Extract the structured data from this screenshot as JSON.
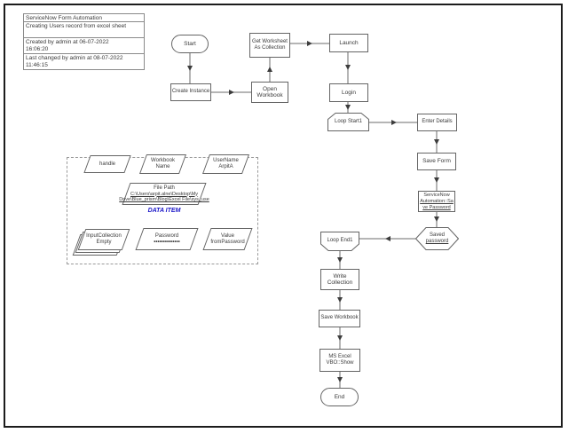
{
  "info_box": {
    "title": "ServiceNow Form Automation",
    "description": "Creating Users record from excel sheet",
    "created": "Created by admin at 06-07-2022\n16:06:20",
    "last_changed": "Last changed by admin at 08-07-2022\n11:46:15"
  },
  "flow": {
    "nodes": {
      "start": {
        "label": "Start",
        "type": "start-terminator"
      },
      "create_instance": {
        "label": "Create Instance",
        "type": "action"
      },
      "open_workbook": {
        "label": "Open\nWorkbook",
        "type": "action"
      },
      "get_worksheet": {
        "label": "Get Worksheet\nAs Collection",
        "type": "action"
      },
      "launch": {
        "label": "Launch",
        "type": "action"
      },
      "login": {
        "label": "Login",
        "type": "action"
      },
      "loop_start": {
        "label": "Loop Start1",
        "type": "loop-start"
      },
      "enter_details": {
        "label": "Enter Details",
        "type": "action"
      },
      "save_form": {
        "label": "Save Form",
        "type": "action"
      },
      "servicenow_save_password": {
        "lines": [
          "ServiceNow",
          "Automation::Sa",
          "ve Password"
        ],
        "type": "page-reference"
      },
      "saved_password": {
        "lines": [
          "Saved",
          "password"
        ],
        "type": "decision"
      },
      "loop_end": {
        "label": "Loop End1",
        "type": "loop-end"
      },
      "write_collection": {
        "label": "Write\nCollection",
        "type": "action"
      },
      "save_workbook": {
        "label": "Save Workbook",
        "type": "action"
      },
      "ms_excel_show": {
        "label": "MS Excel\nVBO::Show",
        "type": "action"
      },
      "end": {
        "label": "End",
        "type": "end-terminator"
      }
    }
  },
  "data_items": {
    "section_label": "DATA ITEM",
    "handle": {
      "name": "handle"
    },
    "workbook_name": {
      "name": "Workbook\nName"
    },
    "username": {
      "name": "UserName\nArpitA"
    },
    "file_path": {
      "name": "File Path",
      "value_lines": [
        "C:\\Users\\arpit.alne\\Desktop\\My",
        "Drive\\Blue_prism\\Blog\\Excel File\\sys_use"
      ]
    },
    "input_collection": {
      "name": "InputCollection",
      "value": "Empty"
    },
    "password": {
      "name": "Password",
      "value": "••••••••••••••"
    },
    "value_from_password": {
      "name": "Value\nfromPassword"
    }
  },
  "colors": {
    "accent_blue": "#1a16c8",
    "shape_border": "#646464",
    "text": "#3a3a3a",
    "frame": "#1c1c1c"
  }
}
